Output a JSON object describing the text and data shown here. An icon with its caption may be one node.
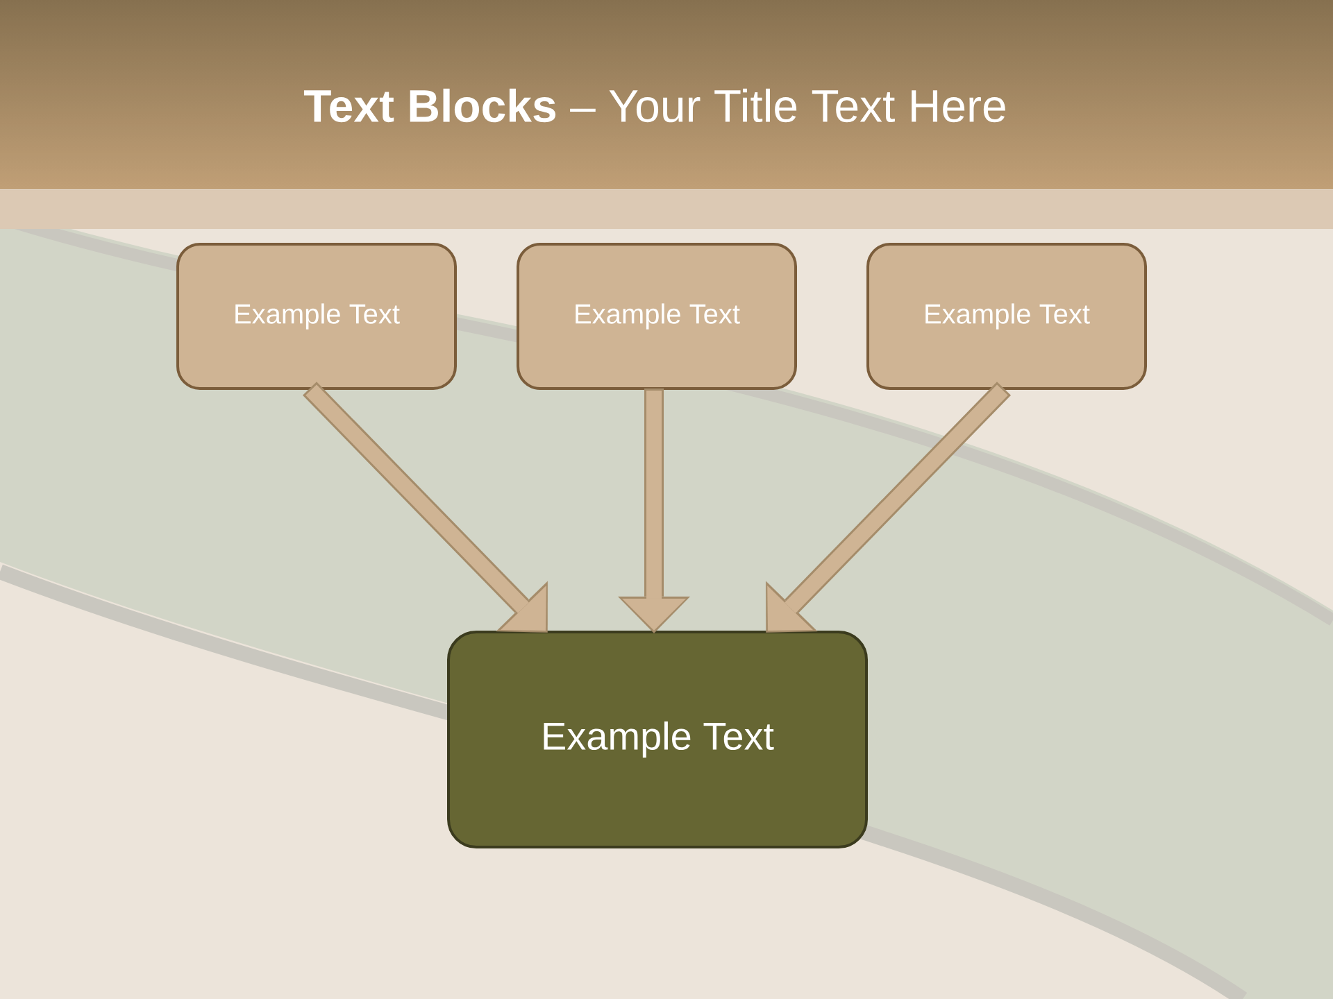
{
  "diagram": {
    "title": "**Text Blocks** – Your Title Text Here",
    "nodes": [
      {
        "text": [
          "Example Text"
        ]
      },
      {
        "text": [
          "Example Text"
        ]
      },
      {
        "text": [
          "Example Text"
        ]
      },
      {
        "text": [
          "Example Text"
        ]
      }
    ],
    "edges": [
      {
        "from": 0,
        "to": 3,
        "arrow": "to"
      },
      {
        "from": 1,
        "to": 3,
        "arrow": "to"
      },
      {
        "from": 2,
        "to": 3,
        "arrow": "to"
      }
    ]
  }
}
